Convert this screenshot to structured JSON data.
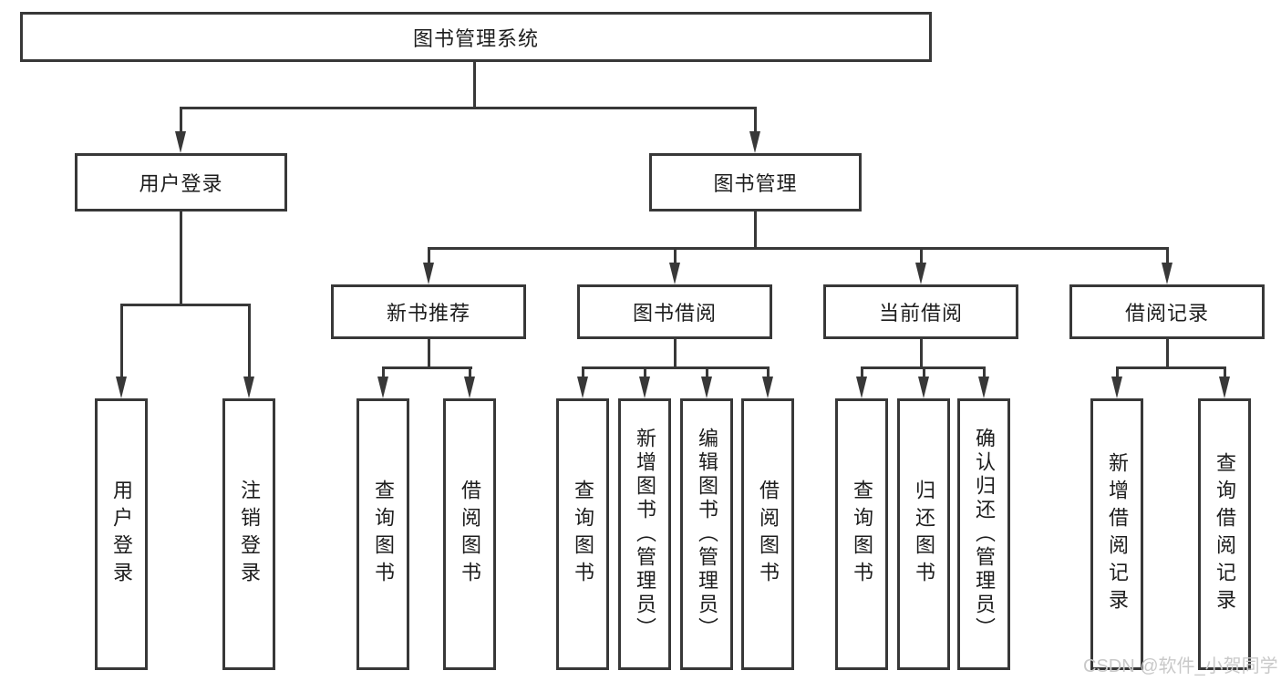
{
  "tree": {
    "root": "图书管理系统",
    "children": [
      {
        "label": "用户登录",
        "children": [
          {
            "label": "用户登录"
          },
          {
            "label": "注销登录"
          }
        ]
      },
      {
        "label": "图书管理",
        "children": [
          {
            "label": "新书推荐",
            "children": [
              {
                "label": "查询图书"
              },
              {
                "label": "借阅图书"
              }
            ]
          },
          {
            "label": "图书借阅",
            "children": [
              {
                "label": "查询图书"
              },
              {
                "label": "新增图书（管理员）"
              },
              {
                "label": "编辑图书（管理员）"
              },
              {
                "label": "借阅图书"
              }
            ]
          },
          {
            "label": "当前借阅",
            "children": [
              {
                "label": "查询图书"
              },
              {
                "label": "归还图书"
              },
              {
                "label": "确认归还（管理员）"
              }
            ]
          },
          {
            "label": "借阅记录",
            "children": [
              {
                "label": "新增借阅记录"
              },
              {
                "label": "查询借阅记录"
              }
            ]
          }
        ]
      }
    ]
  },
  "watermark": {
    "text": "CSDN @软件_小贺同学"
  },
  "colors": {
    "line": "#383838",
    "text": "#1d1d1d",
    "watermark": "#c9c9c9",
    "background": "#ffffff"
  }
}
